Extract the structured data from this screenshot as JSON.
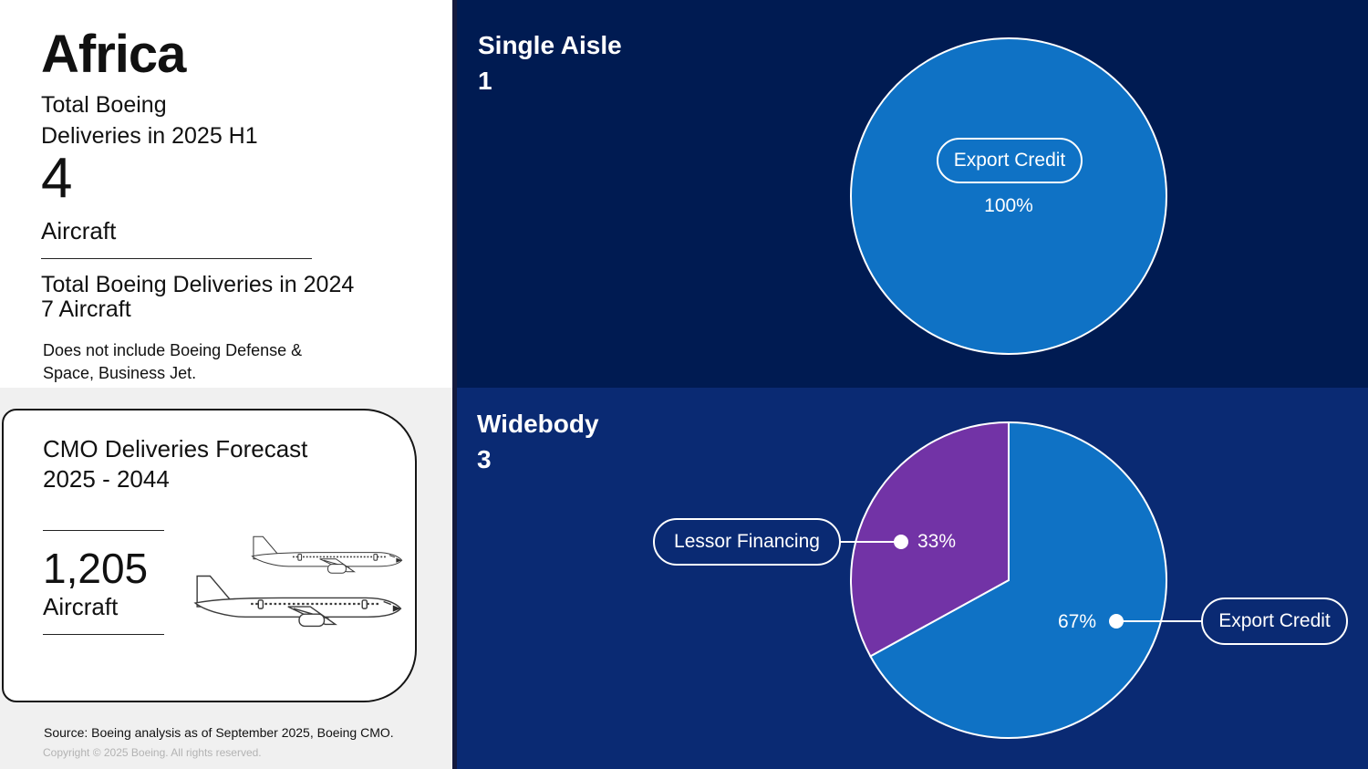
{
  "left_panel": {
    "region_title": "Africa",
    "current_label": "Total Boeing\nDeliveries in 2025 H1",
    "current_count": "4",
    "current_unit": "Aircraft",
    "previous": "Total Boeing Deliveries in 2024\n7 Aircraft",
    "note": "Does not include Boeing Defense &\nSpace, Business Jet."
  },
  "forecast_card": {
    "title": "CMO Deliveries Forecast\n2025 - 2044",
    "count": "1,205",
    "unit": "Aircraft"
  },
  "footer": {
    "source": "Source: Boeing analysis as of September 2025, Boeing CMO.",
    "copyright": "Copyright © 2025 Boeing. All rights reserved."
  },
  "single_aisle": {
    "title": "Single Aisle",
    "count": "1",
    "export_label": "Export Credit",
    "export_pct_text": "100%"
  },
  "widebody": {
    "title": "Widebody",
    "count": "3",
    "lessor_label": "Lessor Financing",
    "lessor_pct_text": "33%",
    "export_label": "Export Credit",
    "export_pct_text": "67%"
  },
  "colors": {
    "navy_dark": "#001b52",
    "navy_mid": "#0a2a73",
    "pie_blue": "#0f72c5",
    "pie_purple": "#7233a6"
  },
  "chart_data": [
    {
      "type": "pie",
      "title": "Single Aisle",
      "total_aircraft": 1,
      "legend_position": "inside",
      "slices": [
        {
          "label": "Export Credit",
          "pct": 100,
          "color": "#0f72c5"
        }
      ]
    },
    {
      "type": "pie",
      "title": "Widebody",
      "total_aircraft": 3,
      "legend_position": "callout",
      "slices": [
        {
          "label": "Export Credit",
          "pct": 67,
          "color": "#0f72c5"
        },
        {
          "label": "Lessor Financing",
          "pct": 33,
          "color": "#7233a6"
        }
      ]
    }
  ]
}
